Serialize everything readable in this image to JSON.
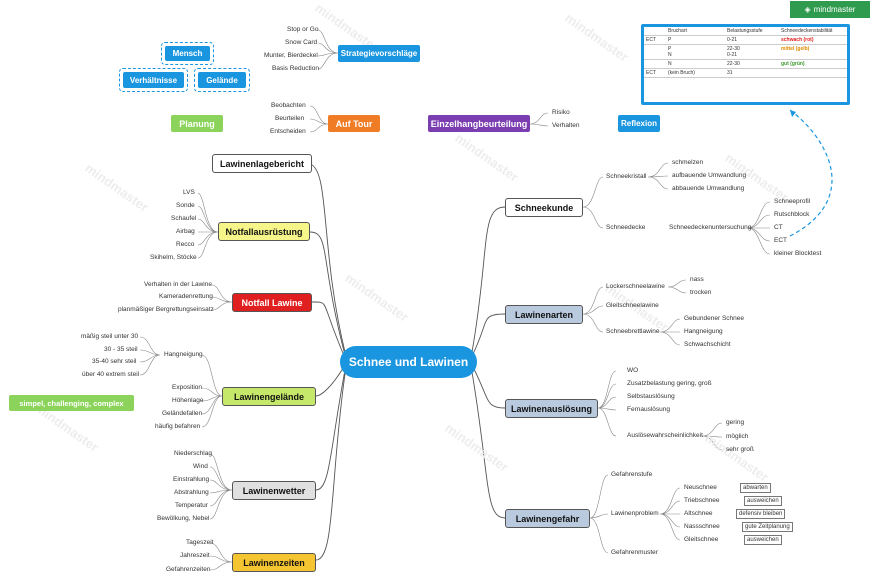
{
  "center": "Schnee und Lawinen",
  "watermark": "mindmaster",
  "branding": {
    "logo_text": "mindmaster",
    "logo_icon": "mindmaster-logo-icon"
  },
  "top": {
    "mensch": "Mensch",
    "verhaeltnisse": "Verhältnisse",
    "gelaende": "Gelände",
    "strategie": {
      "label": "Strategievorschläge",
      "items": [
        "Stop or Go",
        "Snow Card",
        "Munter, Bierdeckel",
        "Basis Reduction"
      ]
    },
    "planung": "Planung",
    "auftour": {
      "label": "Auf Tour",
      "items": [
        "Beobachten",
        "Beurteilen",
        "Entscheiden"
      ]
    },
    "einzelhang": {
      "label": "Einzelhangbeurteilung",
      "items": [
        "Risiko",
        "Verhalten"
      ]
    },
    "reflexion": "Reflexion"
  },
  "left": {
    "lawinenlagebericht": "Lawinenlagebericht",
    "notfallausruestung": {
      "label": "Notfallausrüstung",
      "items": [
        "LVS",
        "Sonde",
        "Schaufel",
        "Airbag",
        "Recco",
        "Skihelm, Stöcke"
      ]
    },
    "notfall_lawine": {
      "label": "Notfall Lawine",
      "items": [
        "Verhalten in der Lawine",
        "Kameradenrettung",
        "planmäßiger Bergrettungseinsatz"
      ]
    },
    "lawinengelaende": {
      "label": "Lawinengelände",
      "hangneigung": "Hangneigung",
      "hang_items": [
        "mäßig steil unter 30",
        "30 - 35 steil",
        "35-40 sehr steil",
        "über 40 extrem steil"
      ],
      "items": [
        "Exposition",
        "Höhenlage",
        "Geländefallen",
        "häufig befahren"
      ]
    },
    "simpel": "simpel, challenging, complex",
    "lawinenwetter": {
      "label": "Lawinenwetter",
      "items": [
        "Niederschlag",
        "Wind",
        "Einstrahlung",
        "Abstrahlung",
        "Temperatur",
        "Bewölkung, Nebel"
      ]
    },
    "lawinenzeiten": {
      "label": "Lawinenzeiten",
      "items": [
        "Tageszeit",
        "Jahreszeit",
        "Gefahrenzeiten"
      ]
    }
  },
  "right": {
    "schneekunde": {
      "label": "Schneekunde",
      "schneekristall": "Schneekristall",
      "kristall_items": [
        "schmelzen",
        "aufbauende Umwandlung",
        "abbauende Umwandlung"
      ],
      "schneedecke": "Schneedecke",
      "untersuchung": "Schneedeckenuntersuchung",
      "unters_items": [
        "Schneeprofil",
        "Rutschblock",
        "CT",
        "ECT",
        "kleiner Blocktest"
      ]
    },
    "lawinenarten": {
      "label": "Lawinenarten",
      "locker": "Lockerschneelawine",
      "locker_items": [
        "nass",
        "trocken"
      ],
      "gleit": "Gleitschneelawine",
      "brett": "Schneebrettlawine",
      "brett_items": [
        "Gebundener Schnee",
        "Hangneigung",
        "Schwachschicht"
      ]
    },
    "lawinenausloesung": {
      "label": "Lawinenauslösung",
      "items": [
        "WO",
        "Zusatzbelastung gering, groß",
        "Selbstauslösung",
        "Fernauslösung"
      ],
      "wahrsch": "Auslösewahrscheinlichkeit",
      "wahrsch_items": [
        "gering",
        "möglich",
        "sehr groß"
      ]
    },
    "lawinengefahr": {
      "label": "Lawinengefahr",
      "gefahrenstufe": "Gefahrenstufe",
      "problem": "Lawinenproblem",
      "problems": [
        {
          "name": "Neuschnee",
          "action": "abwarten"
        },
        {
          "name": "Triebschnee",
          "action": "ausweichen"
        },
        {
          "name": "Altschnee",
          "action": "defensiv bleiben"
        },
        {
          "name": "Nassschnee",
          "action": "gute Zeitplanung"
        },
        {
          "name": "Gleitschnee",
          "action": "ausweichen"
        }
      ],
      "muster": "Gefahrenmuster"
    }
  },
  "ect_table": {
    "headers": [
      "Bruchart",
      "Belastungsstufe",
      "Schneedeckenstabilität"
    ],
    "rows": [
      {
        "test": "ECT",
        "bruch": "P",
        "stufe": "0-21",
        "stab": "schwach (rot)",
        "color": "#e02020"
      },
      {
        "test": "",
        "bruch": "P\nN",
        "stufe": "22-30\n0-21",
        "stab": "mittel (gelb)",
        "color": "#e08a00"
      },
      {
        "test": "",
        "bruch": "N",
        "stufe": "22-30",
        "stab": "gut (grün)",
        "color": "#3a9a2a"
      },
      {
        "test": "ECT",
        "bruch": "(kein Bruch)",
        "stufe": "31",
        "stab": "",
        "color": "#333333"
      }
    ]
  },
  "colors": {
    "blue": "#1a96e0",
    "planung": "#8bd35a",
    "auftour": "#f07c26",
    "einzel": "#7a3eb1",
    "notfallausruestung": "#f5f58a",
    "notfall_lawine": "#e02020",
    "lawinengelaende": "#c5e76a",
    "lawinenwetter": "#e0e0e0",
    "lawinenzeiten": "#f5c531",
    "rightnodes": "#b9c9de",
    "simpel": "#8bd35a"
  }
}
